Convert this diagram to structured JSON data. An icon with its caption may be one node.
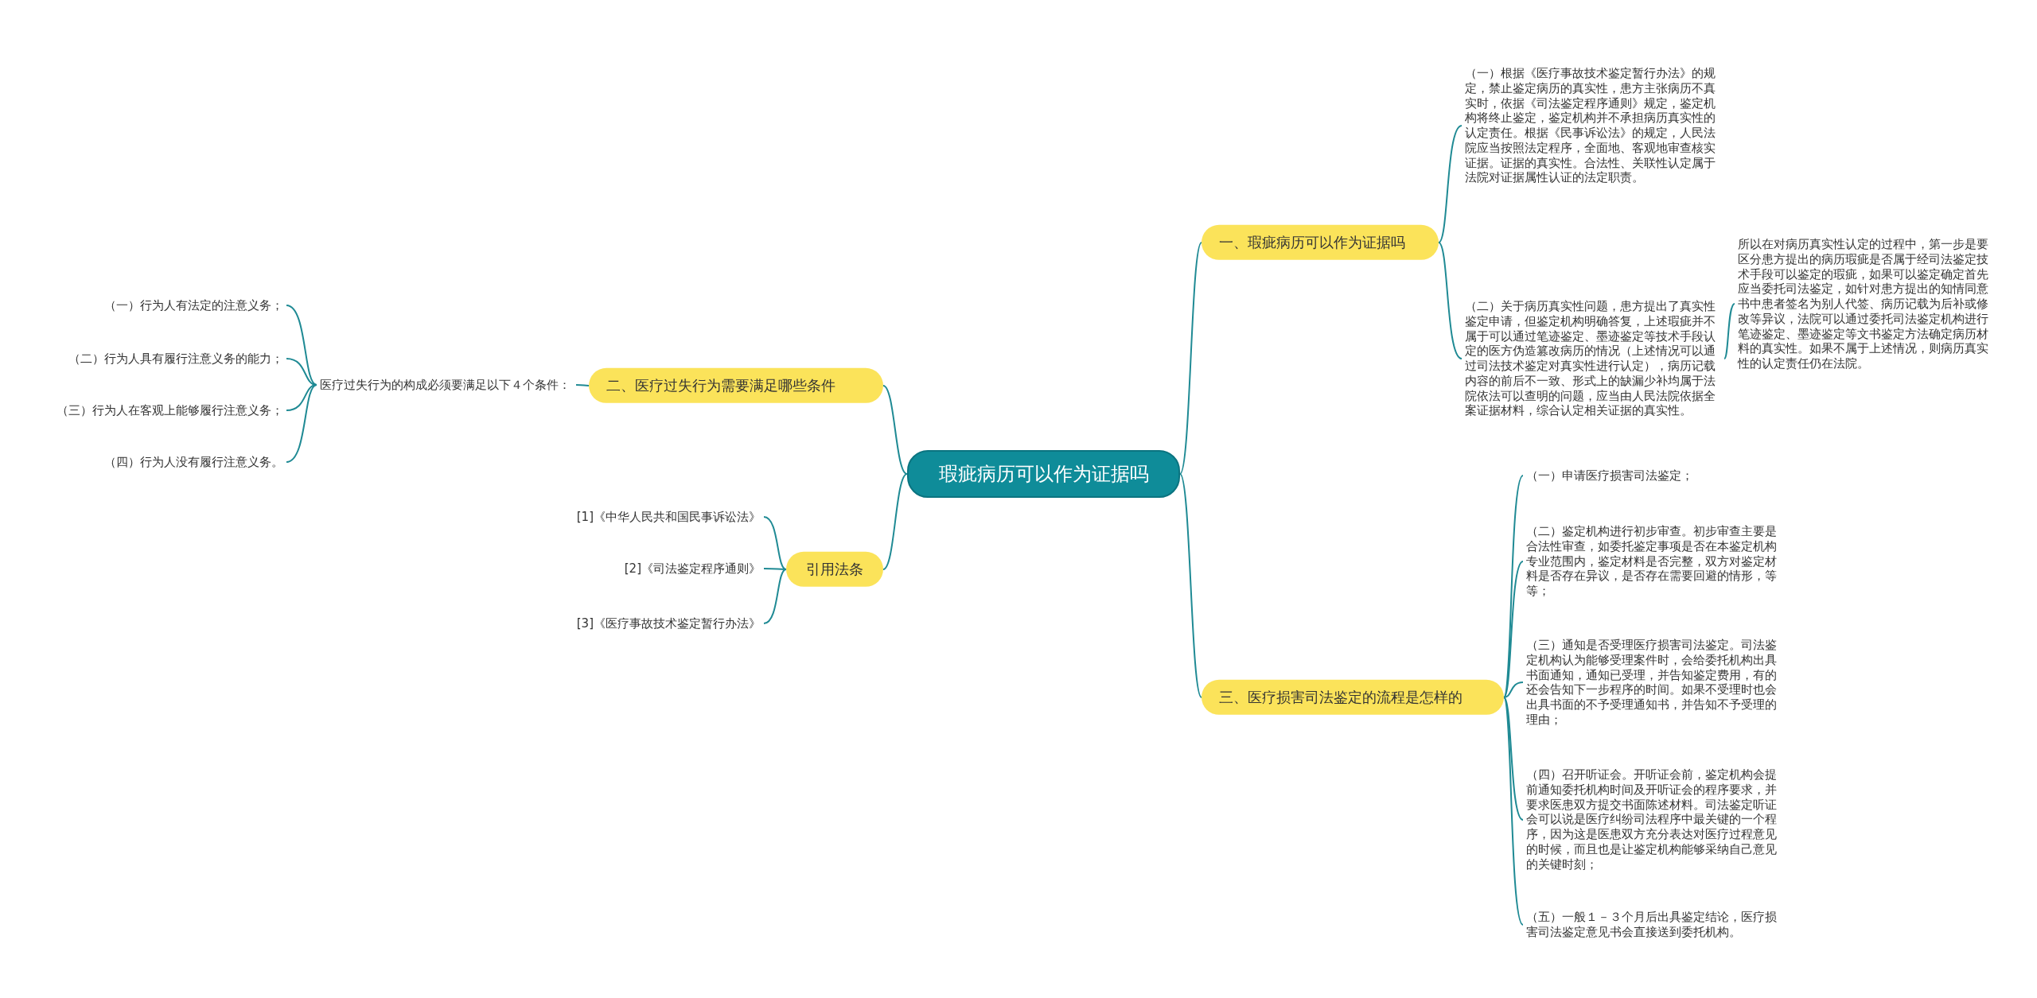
{
  "diagram": {
    "nodes": [
      {
        "text": [
          "瑕疵病历可以作为证据吗"
        ]
      },
      {
        "text": [
          "一、瑕疵病历可以作为证据吗"
        ]
      },
      {
        "text": [
          "（一）根据《医疗事故技术鉴定暂行办法》的规定，禁止鉴定病历的真实性，患方主张病历不真实时，依据《司法鉴定程序通则》规定，鉴定机构将终止鉴定，鉴定机构并不承担病历真实性的认定责任。根据《民事诉讼法》的规定，人民法院应当按照法定程序，全面地、客观地审查核实证据。证据的真实性。合法性、关联性认定属于法院对证据属性认证的法定职责。"
        ]
      },
      {
        "text": [
          "（二）关于病历真实性问题，患方提出了真实性鉴定申请，但鉴定机构明确答复，上述瑕疵并不属于可以通过笔迹鉴定、墨迹鉴定等技术手段认定的医方伪造篡改病历的情况（上述情况可以通过司法技术鉴定对真实性进行认定），病历记载内容的前后不一致、形式上的缺漏少补均属于法院依法可以查明的问题，应当由人民法院依据全案证据材料，综合认定相关证据的真实性。"
        ]
      },
      {
        "text": [
          "所以在对病历真实性认定的过程中，第一步是要区分患方提出的病历瑕疵是否属于经司法鉴定技术手段可以鉴定的瑕疵，如果可以鉴定确定首先应当委托司法鉴定，如针对患方提出的知情同意书中患者签名为别人代签、病历记载为后补或修改等异议，法院可以通过委托司法鉴定机构进行笔迹鉴定、墨迹鉴定等文书鉴定方法确定病历材料的真实性。如果不属于上述情况，则病历真实性的认定责任仍在法院。"
        ]
      },
      {
        "text": [
          "二、医疗过失行为需要满足哪些条件"
        ]
      },
      {
        "text": [
          "医疗过失行为的构成必须要满足以下４个条件："
        ]
      },
      {
        "text": [
          "（一）行为人有法定的注意义务；"
        ]
      },
      {
        "text": [
          "（二）行为人具有履行注意义务的能力；"
        ]
      },
      {
        "text": [
          "（三）行为人在客观上能够履行注意义务；"
        ]
      },
      {
        "text": [
          "（四）行为人没有履行注意义务。"
        ]
      },
      {
        "text": [
          "引用法条"
        ]
      },
      {
        "text": [
          "[1]《中华人民共和国民事诉讼法》"
        ]
      },
      {
        "text": [
          "[2]《司法鉴定程序通则》"
        ]
      },
      {
        "text": [
          "[3]《医疗事故技术鉴定暂行办法》"
        ]
      },
      {
        "text": [
          "三、医疗损害司法鉴定的流程是怎样的"
        ]
      },
      {
        "text": [
          "（一）申请医疗损害司法鉴定；"
        ]
      },
      {
        "text": [
          "（二）鉴定机构进行初步审查。初步审查主要是合法性审查，如委托鉴定事项是否在本鉴定机构专业范围内，鉴定材料是否完整，双方对鉴定材料是否存在异议，是否存在需要回避的情形，等等；"
        ]
      },
      {
        "text": [
          "（三）通知是否受理医疗损害司法鉴定。司法鉴定机构认为能够受理案件时，会给委托机构出具书面通知，通知已受理，并告知鉴定费用，有的还会告知下一步程序的时间。如果不受理时也会出具书面的不予受理通知书，并告知不予受理的理由；"
        ]
      },
      {
        "text": [
          "（四）召开听证会。开听证会前，鉴定机构会提前通知委托机构时间及开听证会的程序要求，并要求医患双方提交书面陈述材料。司法鉴定听证会可以说是医疗纠纷司法程序中最关键的一个程序，因为这是医患双方充分表达对医疗过程意见的时候，而且也是让鉴定机构能够采纳自己意见的关键时刻；"
        ]
      },
      {
        "text": [
          "（五）一般１－３个月后出具鉴定结论，医疗损害司法鉴定意见书会直接送到委托机构。"
        ]
      }
    ],
    "edges": [
      {
        "from": 0,
        "to": 1,
        "arrow": "none"
      },
      {
        "from": 1,
        "to": 2,
        "arrow": "none"
      },
      {
        "from": 1,
        "to": 3,
        "arrow": "none"
      },
      {
        "from": 3,
        "to": 4,
        "arrow": "none"
      },
      {
        "from": 0,
        "to": 5,
        "arrow": "none"
      },
      {
        "from": 5,
        "to": 6,
        "arrow": "none"
      },
      {
        "from": 6,
        "to": 7,
        "arrow": "none"
      },
      {
        "from": 6,
        "to": 8,
        "arrow": "none"
      },
      {
        "from": 6,
        "to": 9,
        "arrow": "none"
      },
      {
        "from": 6,
        "to": 10,
        "arrow": "none"
      },
      {
        "from": 0,
        "to": 11,
        "arrow": "none"
      },
      {
        "from": 11,
        "to": 12,
        "arrow": "none"
      },
      {
        "from": 11,
        "to": 13,
        "arrow": "none"
      },
      {
        "from": 11,
        "to": 14,
        "arrow": "none"
      },
      {
        "from": 0,
        "to": 15,
        "arrow": "none"
      },
      {
        "from": 15,
        "to": 16,
        "arrow": "none"
      },
      {
        "from": 15,
        "to": 17,
        "arrow": "none"
      },
      {
        "from": 15,
        "to": 18,
        "arrow": "none"
      },
      {
        "from": 15,
        "to": 19,
        "arrow": "none"
      },
      {
        "from": 15,
        "to": 20,
        "arrow": "none"
      }
    ]
  }
}
